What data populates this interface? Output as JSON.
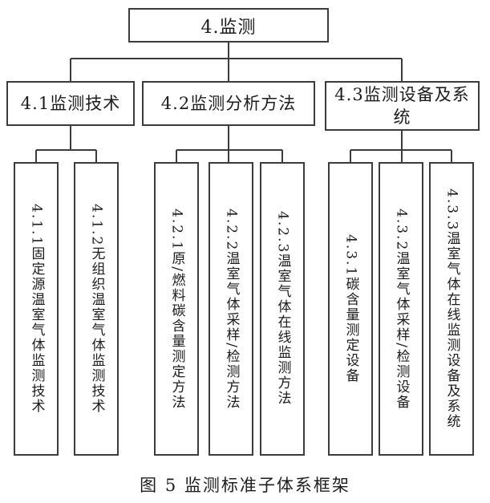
{
  "figure": {
    "caption": "图 5 监测标准子体系框架",
    "colors": {
      "line": "#3c3c3c",
      "background": "#ffffff",
      "text": "#1c1c1c"
    },
    "root": {
      "label": "4.监测"
    },
    "branches": [
      {
        "id": "4.1",
        "label": "4.1监测技术"
      },
      {
        "id": "4.2",
        "label": "4.2监测分析方法"
      },
      {
        "id": "4.3",
        "label": "4.3监测设备及系统"
      }
    ],
    "leaves": [
      {
        "parent": "4.1",
        "label": "4.1.1固定源温室气体监测技术"
      },
      {
        "parent": "4.1",
        "label": "4.1.2无组织温室气体监测技术"
      },
      {
        "parent": "4.2",
        "label": "4.2.1原/燃料碳含量测定方法"
      },
      {
        "parent": "4.2",
        "label": "4.2.2温室气体采样/检测方法"
      },
      {
        "parent": "4.2",
        "label": "4.2.3温室气体在线监测方法"
      },
      {
        "parent": "4.3",
        "label": "4.3.1碳含量测定设备"
      },
      {
        "parent": "4.3",
        "label": "4.3.2温室气体采样/检测设备"
      },
      {
        "parent": "4.3",
        "label": "4.3.3温室气体在线监测设备及系统"
      }
    ]
  }
}
